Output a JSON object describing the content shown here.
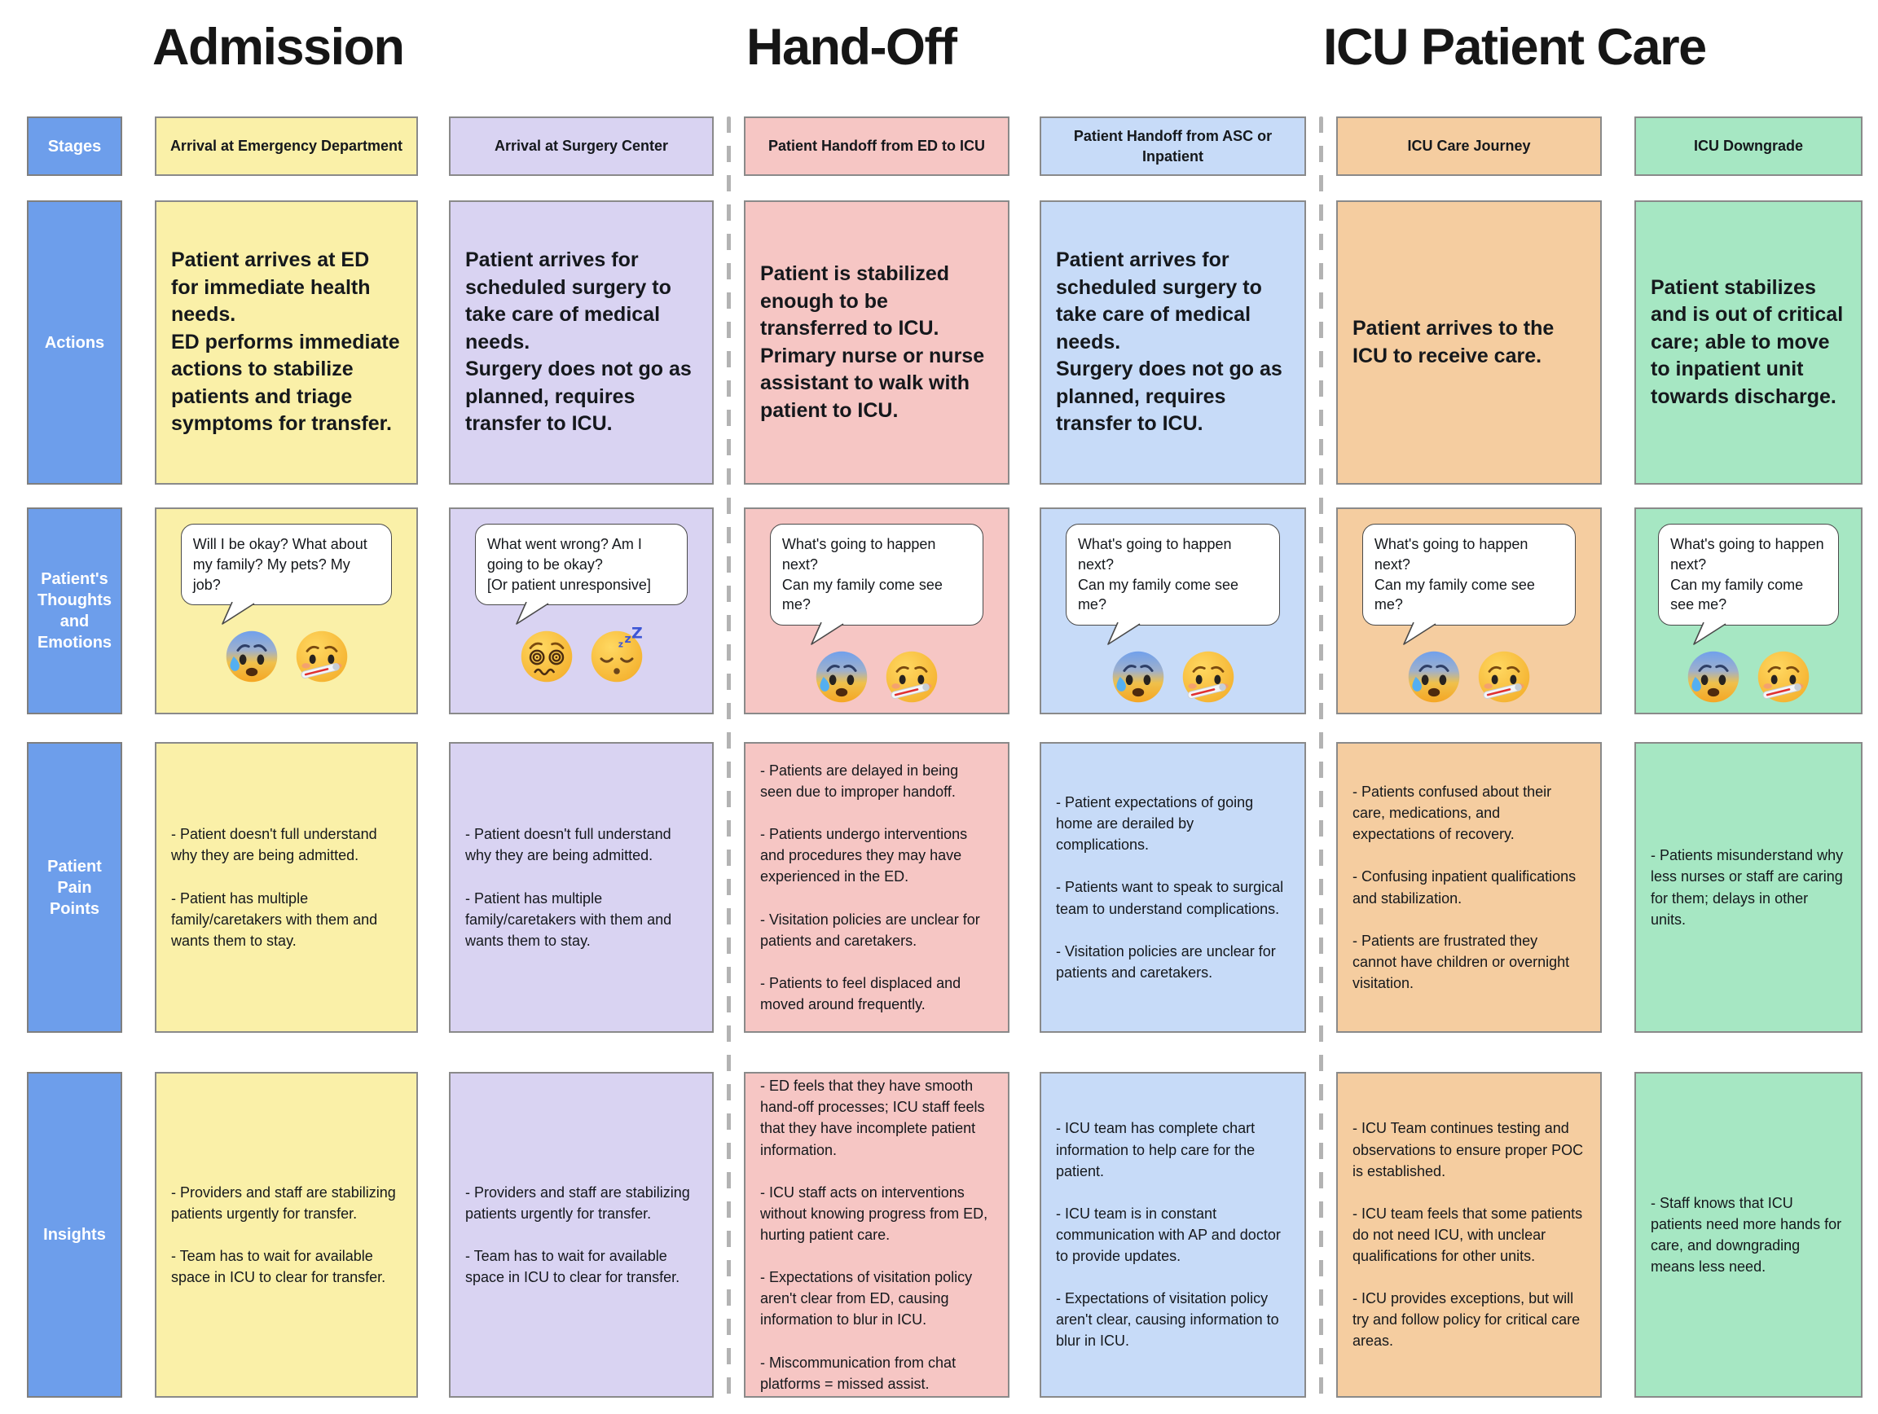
{
  "theme": {
    "label_bg": "#6D9EEB",
    "card_border": "#8A8A8A",
    "divider_color": "#B3B3B3",
    "title_color": "#161616"
  },
  "sections": [
    {
      "title": "Admission"
    },
    {
      "title": "Hand-Off"
    },
    {
      "title": "ICU Patient Care"
    }
  ],
  "row_labels": {
    "stages": "Stages",
    "actions": "Actions",
    "thoughts": "Patient's Thoughts and Emotions",
    "pain": "Patient Pain Points",
    "insights": "Insights"
  },
  "columns": [
    {
      "stage": "Arrival at Emergency Department",
      "color": "#FAF0A8",
      "actions": "Patient arrives at ED for immediate health needs.\nED performs immediate actions to stabilize patients and triage symptoms for transfer.",
      "thought": "Will I be okay? What about my family? My pets? My job?",
      "emojis": [
        "anxious-face-with-sweat",
        "face-with-thermometer"
      ],
      "pain_points": "- Patient doesn't full understand why they are being admitted.\n\n- Patient has multiple family/caretakers with them and wants them to stay.",
      "insights": "- Providers and staff are stabilizing patients urgently for transfer.\n\n- Team has to wait for available space in ICU to clear for transfer."
    },
    {
      "stage": "Arrival at Surgery Center",
      "color": "#D9D3F2",
      "actions": "Patient arrives for scheduled surgery to take care of medical needs.\nSurgery does not go as planned, requires transfer to ICU.",
      "thought": "What went wrong? Am I going to be okay?\n[Or patient unresponsive]",
      "emojis": [
        "face-with-spiral-eyes",
        "sleeping-face"
      ],
      "pain_points": "- Patient doesn't full understand why they are being admitted.\n\n- Patient has multiple family/caretakers with them and wants them to stay.",
      "insights": "- Providers and staff are stabilizing patients urgently for transfer.\n\n- Team has to wait for available space in ICU to clear for transfer."
    },
    {
      "stage": "Patient Handoff from ED to ICU",
      "color": "#F6C6C4",
      "actions": "Patient is stabilized enough to be transferred to ICU.\nPrimary nurse or nurse assistant to walk with patient to ICU.",
      "thought": "What's going to happen next?\nCan my family come see me?",
      "emojis": [
        "anxious-face-with-sweat",
        "face-with-thermometer"
      ],
      "pain_points": "- Patients are delayed in being seen due to improper handoff.\n\n- Patients undergo interventions and procedures they may have experienced in the ED.\n\n- Visitation policies are unclear for patients and caretakers.\n\n- Patients to feel displaced and moved around frequently.",
      "insights": "- ED feels that they have smooth hand-off processes; ICU staff feels that they have incomplete patient information.\n\n- ICU staff acts on interventions without knowing progress from ED, hurting patient care.\n\n- Expectations of visitation policy aren't clear from ED, causing information to blur in ICU.\n\n- Miscommunication from chat platforms = missed assist."
    },
    {
      "stage": "Patient Handoff from ASC or Inpatient",
      "color": "#C7DBF8",
      "actions": "Patient arrives for scheduled surgery to take care of medical needs.\nSurgery does not go as planned, requires transfer to ICU.",
      "thought": "What's going to happen next?\nCan my family come see me?",
      "emojis": [
        "anxious-face-with-sweat",
        "face-with-thermometer"
      ],
      "pain_points": "- Patient expectations of going home are derailed by complications.\n\n- Patients want to speak to surgical team to understand complications.\n\n- Visitation policies are unclear for patients and caretakers.",
      "insights": "- ICU team has complete chart information to help care for the patient.\n\n- ICU team is in constant communication with AP and doctor to provide updates.\n\n- Expectations of visitation policy aren't clear, causing information to blur in ICU."
    },
    {
      "stage": "ICU Care Journey",
      "color": "#F5CDA0",
      "actions": "Patient arrives to the ICU to receive care.",
      "thought": "What's going to happen next?\nCan my family come see me?",
      "emojis": [
        "anxious-face-with-sweat",
        "face-with-thermometer"
      ],
      "pain_points": "- Patients confused about their care, medications, and expectations of recovery.\n\n- Confusing inpatient qualifications and stabilization.\n\n- Patients are frustrated they cannot have children or overnight visitation.",
      "insights": "- ICU Team continues testing and observations to ensure proper POC is established.\n\n- ICU team feels that some patients do not need ICU, with unclear qualifications for other units.\n\n- ICU provides exceptions, but will try and follow policy for critical care areas."
    },
    {
      "stage": "ICU Downgrade",
      "color": "#A6E7C3",
      "actions": "Patient stabilizes and is out of critical care; able to move to inpatient unit towards discharge.",
      "thought": "What's going to happen next?\nCan my family come see me?",
      "emojis": [
        "anxious-face-with-sweat",
        "face-with-thermometer"
      ],
      "pain_points": "- Patients misunderstand why less nurses or staff are caring for them; delays in other units.",
      "insights": "- Staff knows that ICU patients need more hands for care, and downgrading means less need."
    }
  ]
}
